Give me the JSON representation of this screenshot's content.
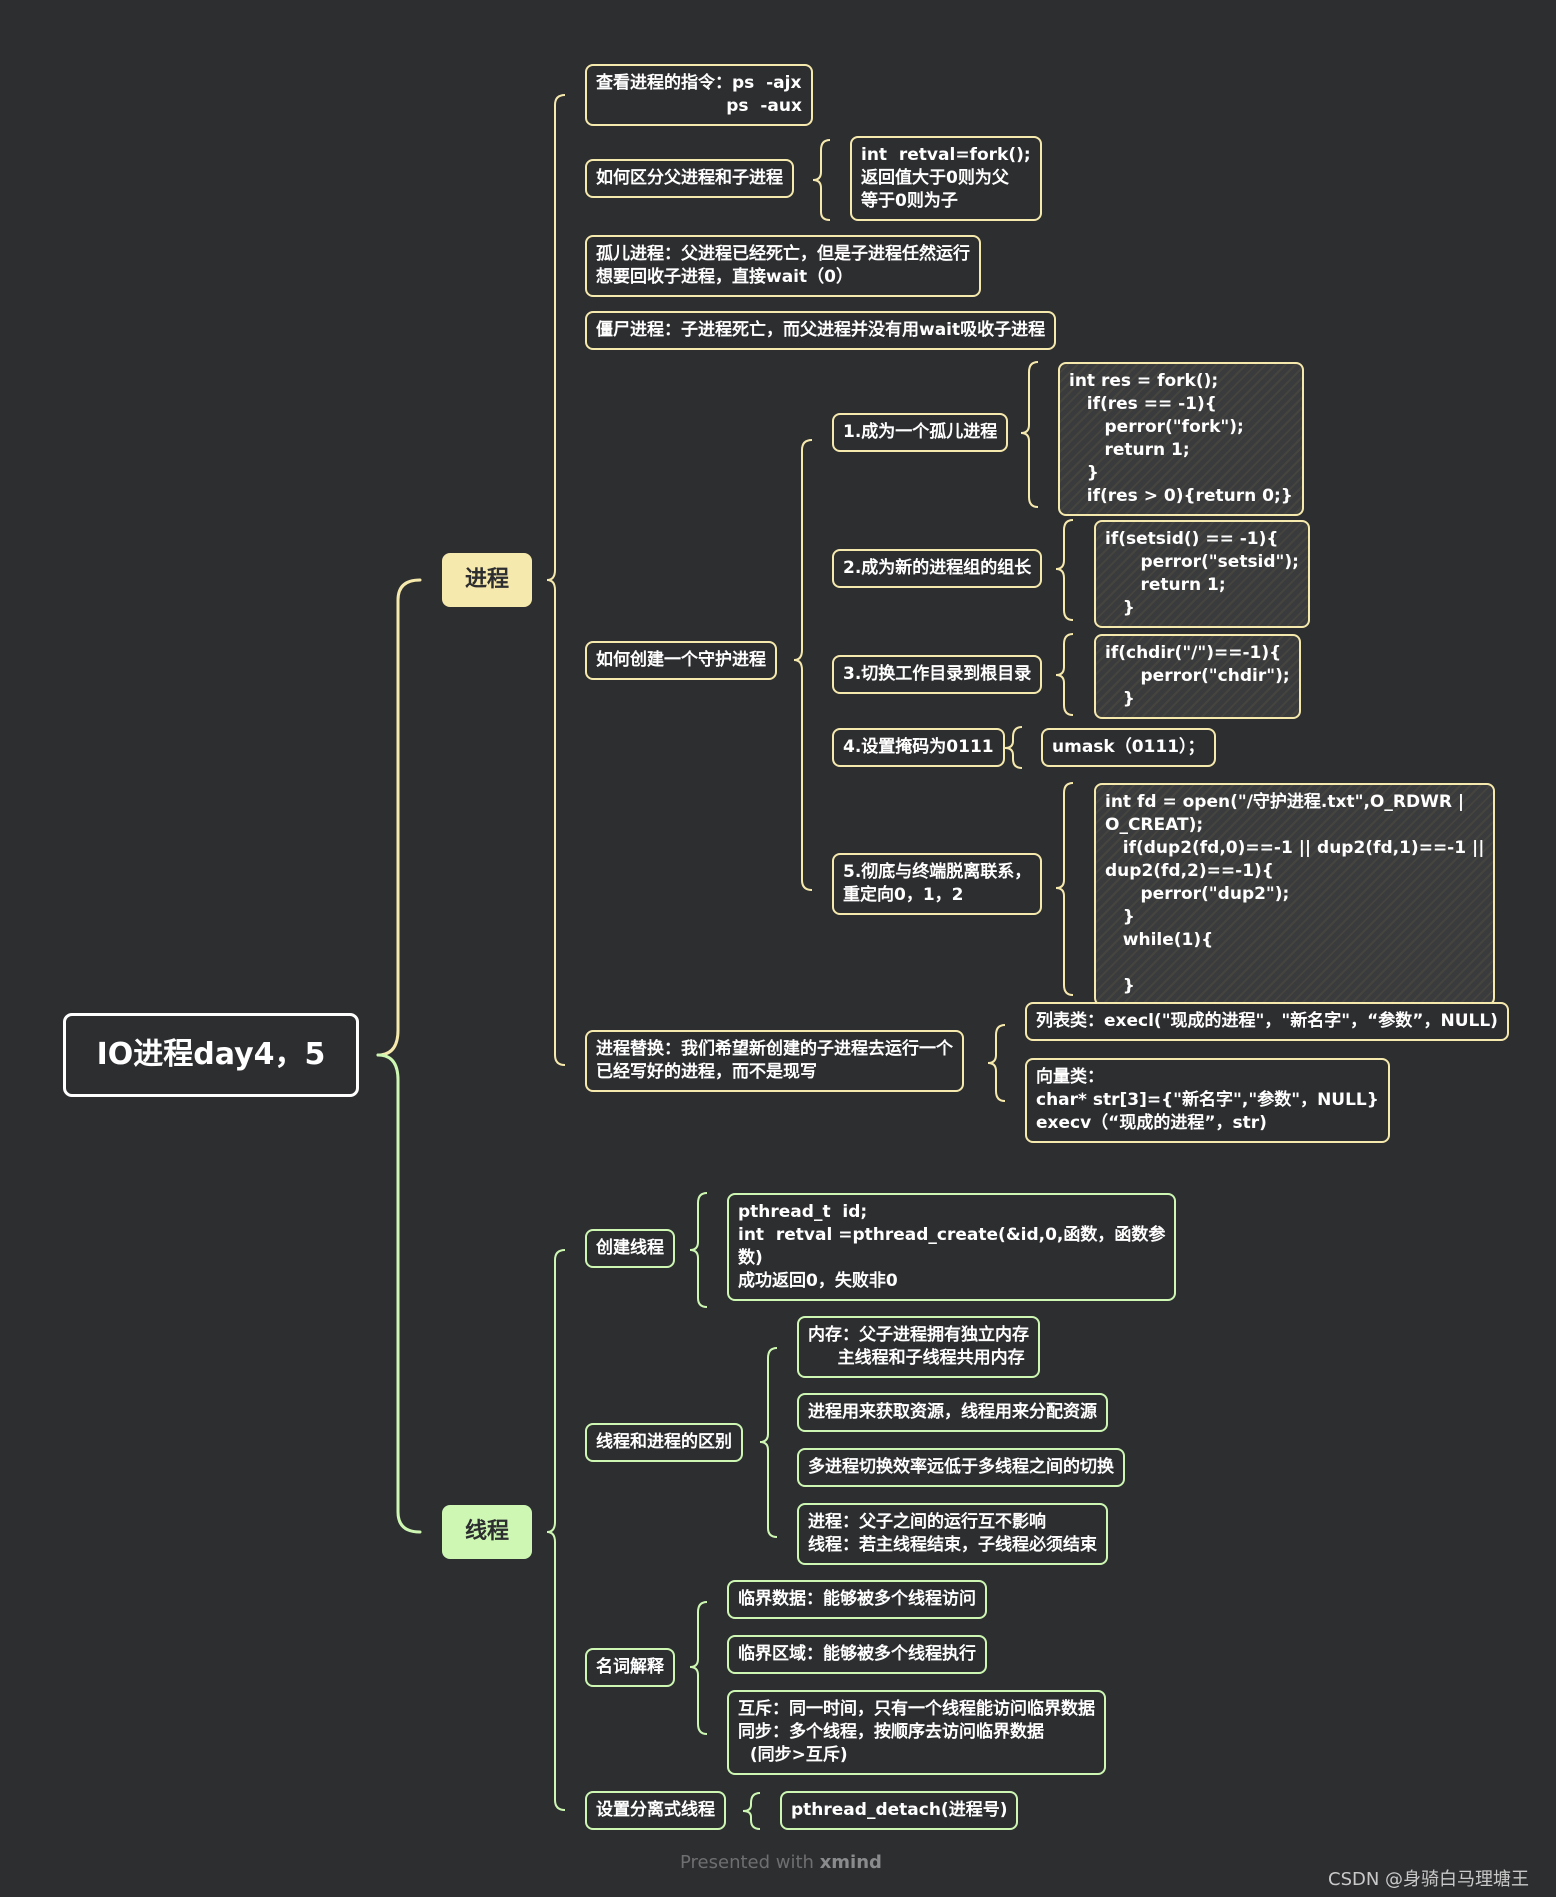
{
  "root": "IO进程day4，5",
  "branches": {
    "process": {
      "label": "进程",
      "cmd": "查看进程的指令：ps  -ajx\n                      ps  -aux",
      "distinguish": {
        "label": "如何区分父进程和子进程",
        "detail": "int  retval=fork();\n返回值大于0则为父\n等于0则为子"
      },
      "orphan": "孤儿进程：父进程已经死亡，但是子进程任然运行\n想要回收子进程，直接wait（0）",
      "zombie": "僵尸进程：子进程死亡，而父进程并没有用wait吸收子进程",
      "daemon": {
        "label": "如何创建一个守护进程",
        "steps": [
          {
            "label": "1.成为一个孤儿进程",
            "code": "int res = fork();\n   if(res == -1){\n      perror(\"fork\");\n      return 1;\n   }\n   if(res > 0){return 0;}"
          },
          {
            "label": "2.成为新的进程组的组长",
            "code": "if(setsid() == -1){\n      perror(\"setsid\");\n      return 1;\n   }"
          },
          {
            "label": "3.切换工作目录到根目录",
            "code": "if(chdir(\"/\")==-1){\n      perror(\"chdir\");\n   }"
          },
          {
            "label": "4.设置掩码为0111",
            "code": "umask（0111）；"
          },
          {
            "label": "5.彻底与终端脱离联系，\n重定向0，1，2",
            "code": "int fd = open(\"/守护进程.txt\",O_RDWR |\nO_CREAT);\n   if(dup2(fd,0)==-1 || dup2(fd,1)==-1 ||\ndup2(fd,2)==-1){\n      perror(\"dup2\");\n   }\n   while(1){\n\n   }"
          }
        ]
      },
      "replace": {
        "label": "进程替换：我们希望新创建的子进程去运行一个\n已经写好的进程，而不是现写",
        "list": "列表类：execl(\"现成的进程\"，\"新名字\"，“参数”，NULL)",
        "vector": "向量类：\nchar* str[3]={\"新名字\",\"参数\"，NULL}\nexecv（“现成的进程”，str)"
      }
    },
    "thread": {
      "label": "线程",
      "create": {
        "label": "创建线程",
        "detail": "pthread_t  id;\nint  retval =pthread_create(&id,0,函数，函数参\n数)\n成功返回0，失败非0"
      },
      "diff": {
        "label": "线程和进程的区别",
        "items": [
          "内存：父子进程拥有独立内存\n     主线程和子线程共用内存",
          "进程用来获取资源，线程用来分配资源",
          "多进程切换效率远低于多线程之间的切换",
          "进程：父子之间的运行互不影响\n线程：若主线程结束，子线程必须结束"
        ]
      },
      "terms": {
        "label": "名词解释",
        "items": [
          "临界数据：能够被多个线程访问",
          "临界区域：能够被多个线程执行",
          "互斥：同一时间，只有一个线程能访问临界数据\n同步：多个线程，按顺序去访问临界数据\n  (同步>互斥)"
        ]
      },
      "detach": {
        "label": "设置分离式线程",
        "detail": "pthread_detach(进程号)"
      }
    }
  },
  "footer": {
    "prefix": "Presented with",
    "brand": "xmind"
  },
  "credit": "CSDN @身骑白马理塘王",
  "colors": {
    "background": "#2d2e30",
    "process": "#f6e9ad",
    "thread": "#cdf7b3",
    "root": "#ffffff"
  }
}
